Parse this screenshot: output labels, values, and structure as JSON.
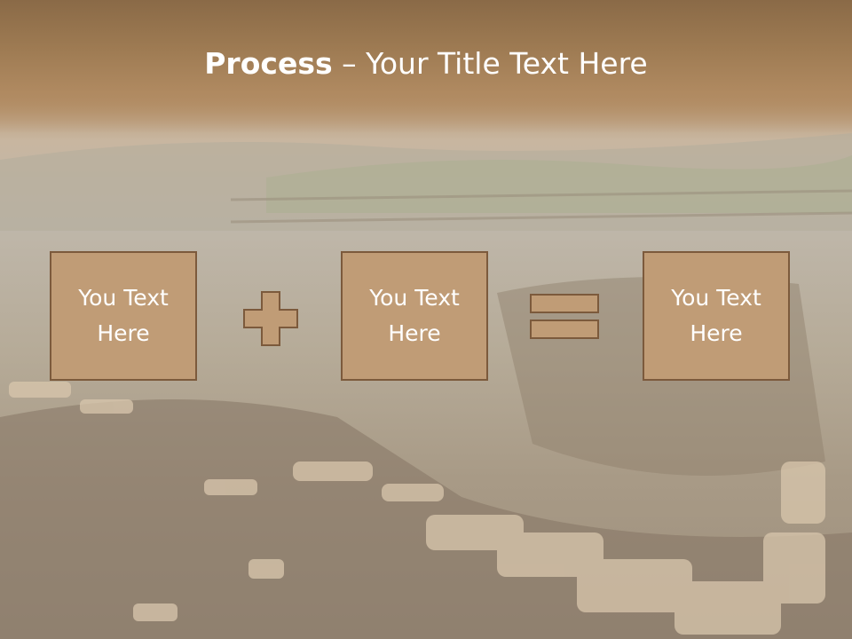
{
  "title": {
    "bold": "Process",
    "rest": " – Your Title Text Here"
  },
  "boxes": [
    {
      "text": "You Text\nHere"
    },
    {
      "text": "You Text\nHere"
    },
    {
      "text": "You Text\nHere"
    }
  ],
  "operators": [
    "plus",
    "equals"
  ],
  "colors": {
    "box_fill": "#c09c76",
    "box_border": "#7c5a3c",
    "header": "#9d7a52",
    "text": "#ffffff"
  }
}
